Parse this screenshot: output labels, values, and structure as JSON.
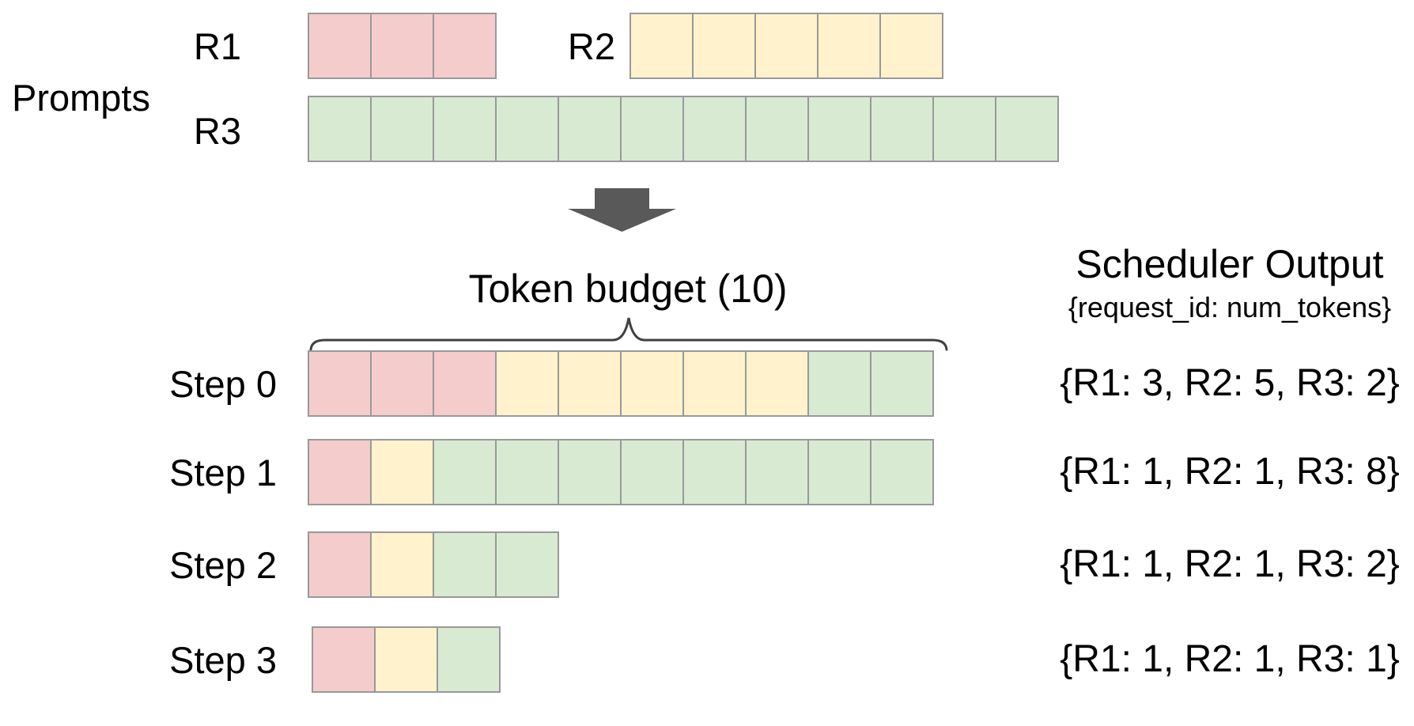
{
  "colors": {
    "r1_fill": "#f4cccc",
    "r2_fill": "#fff2cc",
    "r3_fill": "#d9ead3",
    "cell_border": "#999999",
    "arrow": "#595959",
    "brace": "#404040",
    "text": "#000000"
  },
  "prompts": {
    "section_label": "Prompts",
    "requests": [
      {
        "id": "R1",
        "label": "R1",
        "tokens": 3,
        "color": "#f4cccc"
      },
      {
        "id": "R2",
        "label": "R2",
        "tokens": 5,
        "color": "#fff2cc"
      },
      {
        "id": "R3",
        "label": "R3",
        "tokens": 12,
        "color": "#d9ead3"
      }
    ]
  },
  "token_budget": {
    "title": "Token budget (10)",
    "value": 10
  },
  "scheduler": {
    "title": "Scheduler Output",
    "subtitle": "{request_id: num_tokens}",
    "steps": [
      {
        "label": "Step 0",
        "allocation": [
          {
            "request": "R1",
            "tokens": 3
          },
          {
            "request": "R2",
            "tokens": 5
          },
          {
            "request": "R3",
            "tokens": 2
          }
        ],
        "output": "{R1: 3, R2: 5, R3: 2}"
      },
      {
        "label": "Step 1",
        "allocation": [
          {
            "request": "R1",
            "tokens": 1
          },
          {
            "request": "R2",
            "tokens": 1
          },
          {
            "request": "R3",
            "tokens": 8
          }
        ],
        "output": "{R1: 1, R2: 1, R3: 8}"
      },
      {
        "label": "Step 2",
        "allocation": [
          {
            "request": "R1",
            "tokens": 1
          },
          {
            "request": "R2",
            "tokens": 1
          },
          {
            "request": "R3",
            "tokens": 2
          }
        ],
        "output": "{R1: 1, R2: 1, R3: 2}"
      },
      {
        "label": "Step 3",
        "allocation": [
          {
            "request": "R1",
            "tokens": 1
          },
          {
            "request": "R2",
            "tokens": 1
          },
          {
            "request": "R3",
            "tokens": 1
          }
        ],
        "output": "{R1: 1, R2: 1, R3: 1}"
      }
    ]
  }
}
